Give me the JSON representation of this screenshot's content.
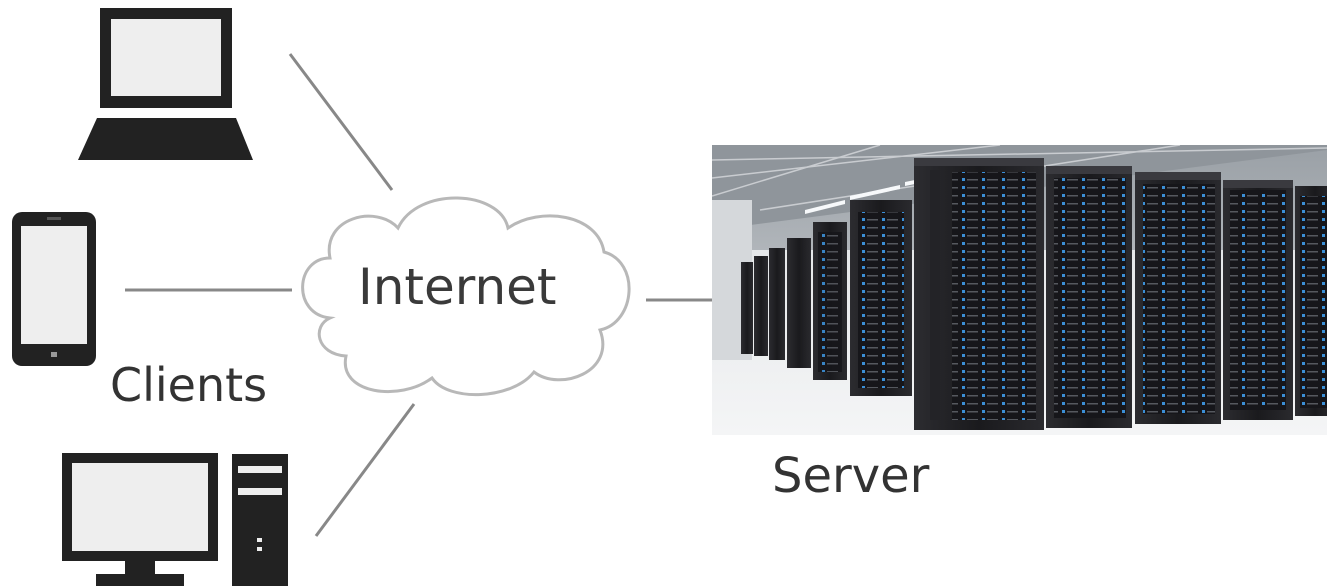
{
  "diagram": {
    "internet_label": "Internet",
    "clients_label": "Clients",
    "server_label": "Server"
  },
  "icons": [
    "laptop-icon",
    "smartphone-icon",
    "desktop-computer-icon",
    "cloud-icon",
    "server-room-image"
  ],
  "colors": {
    "device_outline": "#222222",
    "device_screen": "#eeeeee",
    "connector_line": "#888888",
    "cloud_outline": "#bbbbbb",
    "rack_body": "#1c1c1e",
    "rack_led": "#3b8fd6"
  }
}
